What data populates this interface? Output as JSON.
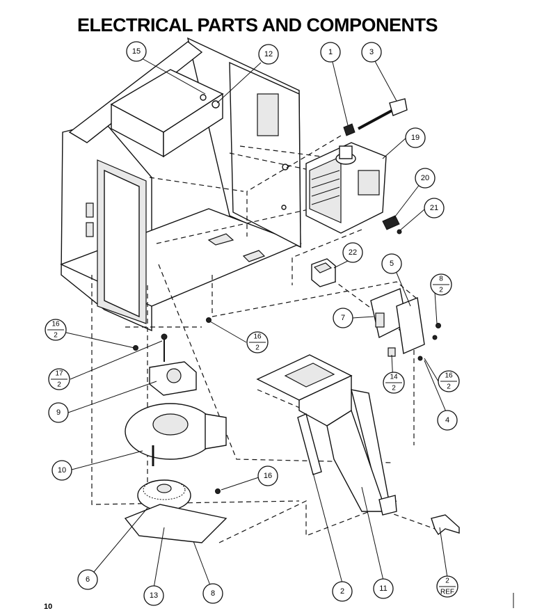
{
  "title": "ELECTRICAL PARTS AND COMPONENTS",
  "page_number": "10",
  "callouts": [
    {
      "id": "c15",
      "top": "15"
    },
    {
      "id": "c12",
      "top": "12"
    },
    {
      "id": "c1",
      "top": "1"
    },
    {
      "id": "c3",
      "top": "3"
    },
    {
      "id": "c19",
      "top": "19"
    },
    {
      "id": "c20",
      "top": "20"
    },
    {
      "id": "c21",
      "top": "21"
    },
    {
      "id": "c22",
      "top": "22"
    },
    {
      "id": "c5",
      "top": "5"
    },
    {
      "id": "c8_2",
      "top": "8",
      "bottom": "2"
    },
    {
      "id": "c7",
      "top": "7"
    },
    {
      "id": "c16_2a",
      "top": "16",
      "bottom": "2"
    },
    {
      "id": "c16_2b",
      "top": "16",
      "bottom": "2"
    },
    {
      "id": "c16_2c",
      "top": "16",
      "bottom": "2"
    },
    {
      "id": "c14_2",
      "top": "14",
      "bottom": "2"
    },
    {
      "id": "c4",
      "top": "4"
    },
    {
      "id": "c17_2",
      "top": "17",
      "bottom": "2"
    },
    {
      "id": "c9",
      "top": "9"
    },
    {
      "id": "c10",
      "top": "10"
    },
    {
      "id": "c16",
      "top": "16"
    },
    {
      "id": "c6",
      "top": "6"
    },
    {
      "id": "c13",
      "top": "13"
    },
    {
      "id": "c8",
      "top": "8"
    },
    {
      "id": "c2",
      "top": "2"
    },
    {
      "id": "c11",
      "top": "11"
    },
    {
      "id": "c2_ref",
      "top": "2",
      "bottom": "REF"
    }
  ]
}
